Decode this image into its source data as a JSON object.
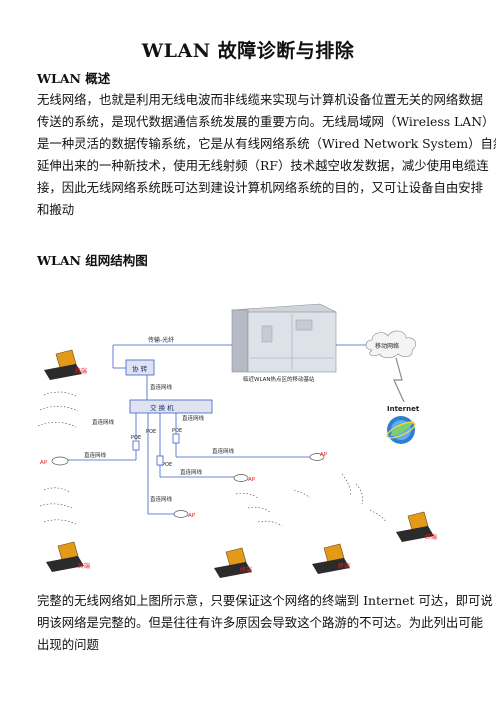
{
  "document": {
    "title": "WLAN 故障诊断与排除",
    "section1": {
      "heading": "WLAN 概述",
      "lines": [
        "无线网络，也就是利用无线电波而非线缆来实现与计算机设备位置无关的网络数据",
        "传送的系统，是现代数据通信系统发展的重要方向。无线局域网（Wireless LAN）",
        "是一种灵活的数据传输系统，它是从有线网络系统（Wired Network System）自然",
        "延伸出来的一种新技术，使用无线射频（RF）技术越空收发数据，减少使用电缆连",
        "接，因此无线网络系统既可达到建设计算机网络系统的目的，又可让设备自由安排",
        "和搬动"
      ]
    },
    "section2": {
      "heading": "WLAN 组网结构图"
    },
    "diagram": {
      "fiber_label": "传输-光纤",
      "mobile_network": "移动网络",
      "base_station": "临近WLAN热点区的移动基站",
      "internet": "Internet",
      "converter": "协  转",
      "switch": "交  换  机",
      "direct_cable": "直连网线",
      "poe": "POE",
      "ap": "AP",
      "terminal": "终端",
      "colors": {
        "line": "#3a5fcd",
        "red": "#e02020",
        "box": "#dfe3ef"
      }
    },
    "section3": {
      "lines": [
        "完整的无线网络如上图所示意，只要保证这个网络的终端到 Internet 可达，即可说",
        "明该网络是完整的。但是往往有许多原因会导致这个路游的不可达。为此列出可能",
        "出现的问题"
      ]
    }
  }
}
